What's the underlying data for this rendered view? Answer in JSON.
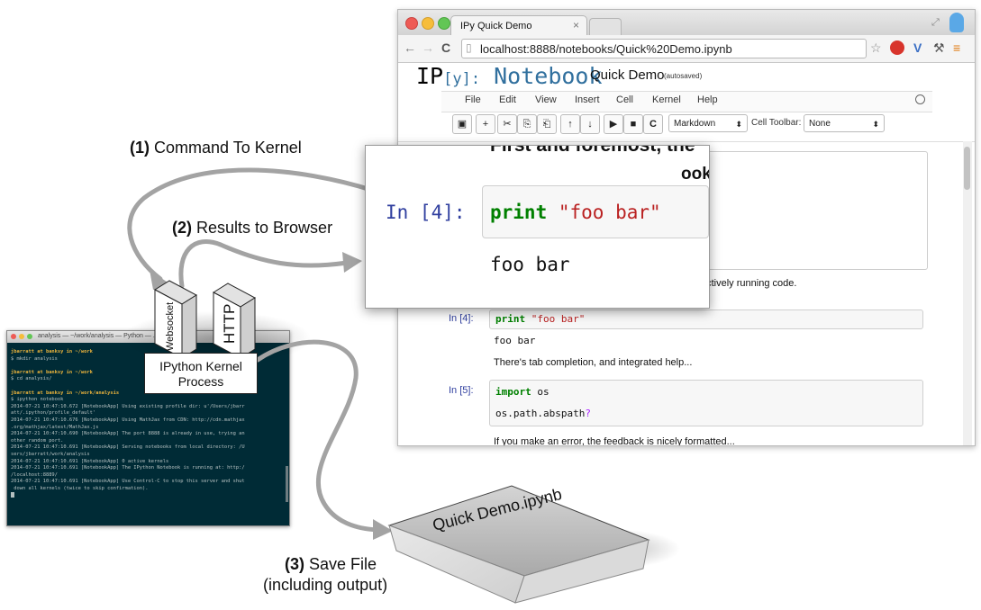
{
  "browser": {
    "tab_title": "IPy Quick Demo",
    "tab_close": "×",
    "url": "localhost:8888/notebooks/Quick%20Demo.ipynb",
    "notebook": {
      "logo_prefix": "IP",
      "logo_y": "[y]:",
      "logo_word": "Notebook",
      "name": "Quick Demo",
      "autosave": "(autosaved)"
    },
    "menu": [
      "File",
      "Edit",
      "View",
      "Insert",
      "Cell",
      "Kernel",
      "Help"
    ],
    "toolbar": {
      "cell_type": "Markdown",
      "cell_toolbar_label": "Cell Toolbar:",
      "cell_toolbar_value": "None"
    },
    "cells": {
      "md_fragment_1": "actively running code.",
      "prompt_4": "In [4]:",
      "code_4_kw": "print",
      "code_4_str": "\"foo bar\"",
      "output_4": "foo bar",
      "md_tab": "There's tab completion, and integrated help...",
      "prompt_5": "In [5]:",
      "code_5_kw": "import",
      "code_5_rest": " os",
      "code_5_line2": "os.path.abspath",
      "code_5_qm": "?",
      "md_error": "If you make an error, the feedback is nicely formatted..."
    }
  },
  "zoom": {
    "top_text": "First and foremost, the",
    "bold_text": "ook",
    "prompt": "In [4]:",
    "code_kw": "print",
    "code_str": "\"foo bar\"",
    "output": "foo bar"
  },
  "terminal": {
    "title": "analysis — ~/work/analysis — Python — ... xterm-... 24",
    "lines": [
      {
        "user": "jbarratt at banksy in ~/work",
        "cmd": "$ mkdir analysis"
      },
      {
        "user": "jbarratt at banksy in ~/work",
        "cmd": "$ cd analysis/"
      },
      {
        "user": "jbarratt at banksy in ~/work/analysis",
        "cmd": "$ ipython notebook"
      }
    ],
    "log": [
      "2014-07-21 10:47:10.672 [NotebookApp] Using existing profile dir: u'/Users/jbarr",
      "att/.ipython/profile_default'",
      "2014-07-21 10:47:10.676 [NotebookApp] Using MathJax from CDN: http://cdn.mathjax",
      ".org/mathjax/latest/MathJax.js",
      "2014-07-21 10:47:10.690 [NotebookApp] The port 8888 is already in use, trying an",
      "other random port.",
      "2014-07-21 10:47:10.691 [NotebookApp] Serving notebooks from local directory: /U",
      "sers/jbarratt/work/analysis",
      "2014-07-21 10:47:10.691 [NotebookApp] 0 active kernels",
      "2014-07-21 10:47:10.691 [NotebookApp] The IPython Notebook is running at: http:/",
      "/localhost:8889/",
      "2014-07-21 10:47:10.691 [NotebookApp] Use Control-C to stop this server and shut",
      " down all kernels (twice to skip confirmation)."
    ]
  },
  "diagram": {
    "step1_num": "(1)",
    "step1_text": "Command To Kernel",
    "step2_num": "(2)",
    "step2_text": "Results to Browser",
    "step3_num": "(3)",
    "step3_text": "Save File",
    "step3_sub": "(including output)",
    "websocket": "Websocket",
    "http": "HTTP",
    "kernel_line1": "IPython Kernel",
    "kernel_line2": "Process",
    "file": "Quick Demo.ipynb"
  },
  "colors": {
    "arrow": "#a3a3a3",
    "prompt_blue": "#303f9f",
    "keyword_green": "#008000",
    "string_red": "#ba2121",
    "terminal_bg": "#002b36",
    "terminal_user": "#e8b23c"
  }
}
